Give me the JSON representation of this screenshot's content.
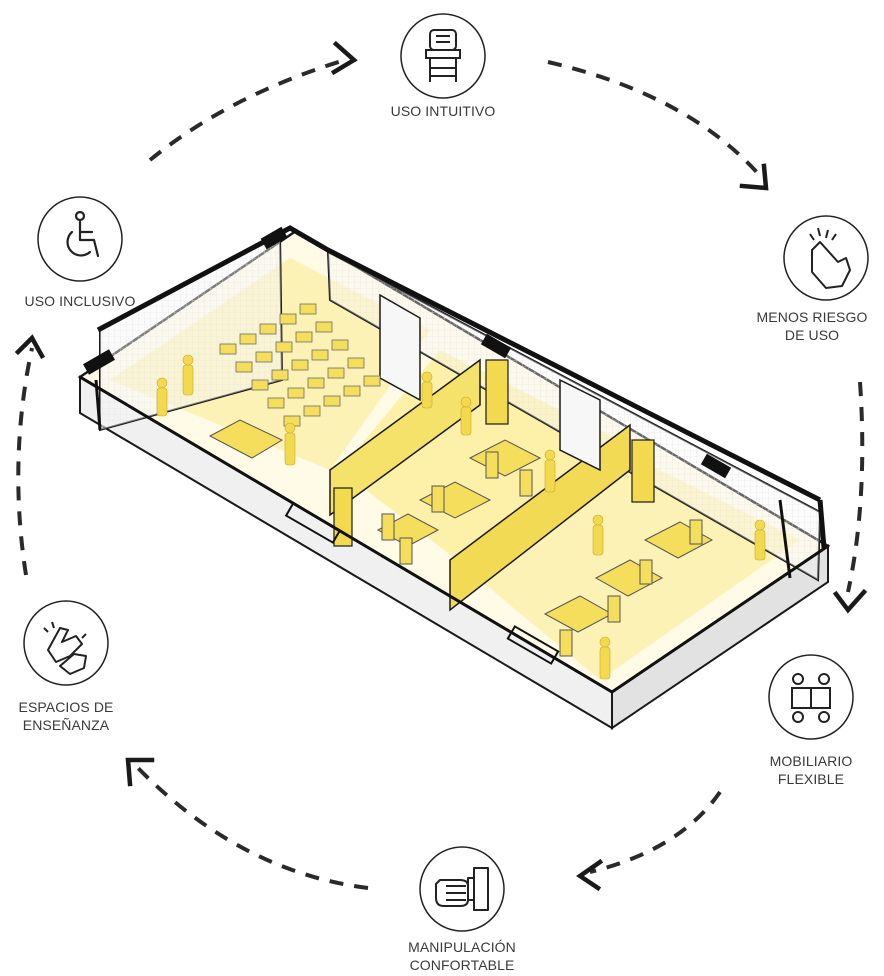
{
  "nodes": [
    {
      "id": "uso-intuitivo",
      "label": "USO INTUITIVO",
      "icon": "chair-icon"
    },
    {
      "id": "menos-riesgo",
      "label": "MENOS RIESGO\nDE USO",
      "icon": "touch-gesture-icon"
    },
    {
      "id": "mobiliario",
      "label": "MOBILIARIO\nFLEXIBLE",
      "icon": "table-chairs-icon"
    },
    {
      "id": "manipulacion",
      "label": "MANIPULACIÓN\nCONFORTABLE",
      "icon": "hand-push-button-icon"
    },
    {
      "id": "espacios",
      "label": "ESPACIOS DE\nENSEÑANZA",
      "icon": "sign-language-hands-icon"
    },
    {
      "id": "uso-inclusivo",
      "label": "USO INCLUSIVO",
      "icon": "wheelchair-icon"
    }
  ],
  "colors": {
    "accent": "#f2d94e",
    "accent_light": "#fbf1b0",
    "wall": "#eeeeee",
    "line": "#1a1a1a",
    "text": "#3a3a3a"
  }
}
